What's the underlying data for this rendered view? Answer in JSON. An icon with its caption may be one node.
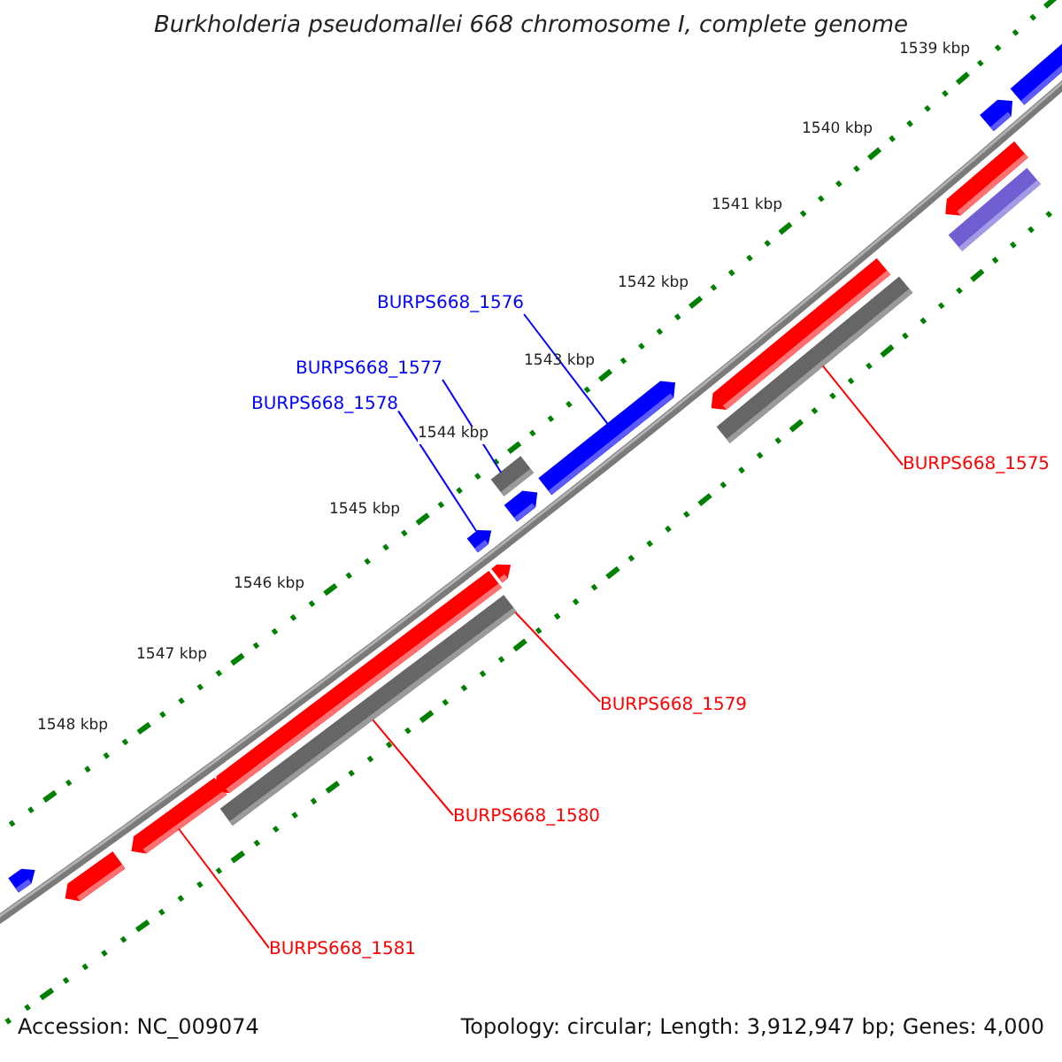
{
  "diagram": {
    "title": "Burkholderia pseudomallei 668 chromosome I, complete genome",
    "nodes": [
      {
        "text": [
          "BURPS668_1576"
        ]
      },
      {
        "text": [
          "BURPS668_1577"
        ]
      },
      {
        "text": [
          "BURPS668_1578"
        ]
      },
      {
        "text": [
          "BURPS668_1575"
        ]
      },
      {
        "text": [
          "BURPS668_1579"
        ]
      },
      {
        "text": [
          "BURPS668_1580"
        ]
      },
      {
        "text": [
          "BURPS668_1581"
        ]
      },
      {
        "text": [],
        "shape": "bar"
      },
      {
        "text": [],
        "shape": "bar"
      },
      {
        "text": [],
        "shape": "bar"
      },
      {
        "text": [],
        "shape": "bar"
      },
      {
        "text": [],
        "shape": "bar"
      },
      {
        "text": [],
        "shape": "bar"
      },
      {
        "text": [],
        "shape": "bar"
      },
      {
        "text": [],
        "shape": "bar"
      },
      {
        "text": [],
        "shape": "bar"
      },
      {
        "text": [],
        "shape": "bar"
      },
      {
        "text": [],
        "shape": "bar"
      },
      {
        "text": [],
        "shape": "bar"
      },
      {
        "text": [],
        "shape": "bar"
      },
      {
        "text": [],
        "shape": "bar"
      },
      {
        "text": [],
        "shape": "bar"
      },
      {
        "text": [],
        "shape": "bar"
      }
    ],
    "edges": [
      {
        "from": 0,
        "to": 16,
        "arrow": "none",
        "color": "#0000ff"
      },
      {
        "from": 1,
        "to": 13,
        "arrow": "none",
        "color": "#0000ff"
      },
      {
        "from": 2,
        "to": 12,
        "arrow": "none",
        "color": "#0000ff"
      },
      {
        "from": 3,
        "to": 18,
        "arrow": "none"
      },
      {
        "from": 4,
        "to": 11,
        "arrow": "none"
      },
      {
        "from": 5,
        "to": 11,
        "arrow": "none"
      },
      {
        "from": 6,
        "to": 9,
        "arrow": "none"
      }
    ],
    "labels": [
      "1539 kbp",
      "1540 kbp",
      "1541 kbp",
      "1542 kbp",
      "1543 kbp",
      "1544 kbp",
      "1545 kbp",
      "1546 kbp",
      "1547 kbp",
      "1548 kbp",
      "Accession: NC_009074",
      "Topology: circular; Length: 3,912,947 bp; Genes: 4,000"
    ]
  }
}
